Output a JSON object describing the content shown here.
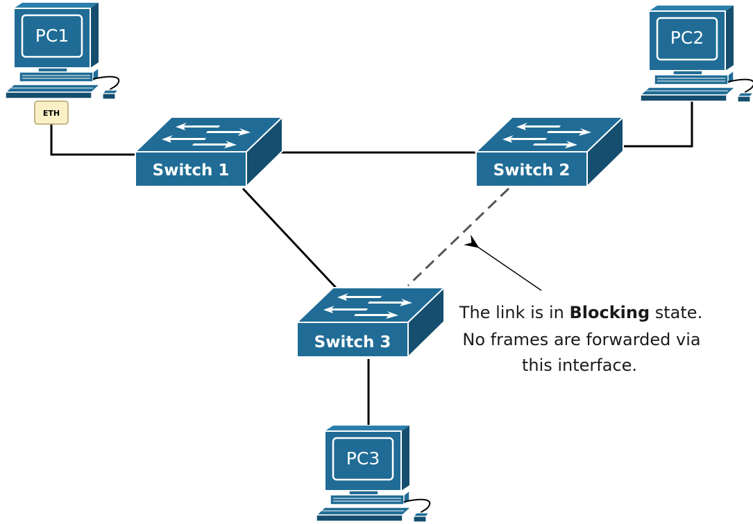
{
  "colors": {
    "device_fill": "#206c96",
    "device_dark": "#154e6e",
    "device_top": "#2b7fab",
    "link": "#000000",
    "blocked_link": "#555555",
    "eth_fill": "#fbefc6",
    "eth_stroke": "#b2a06a"
  },
  "pcs": {
    "pc1": "PC1",
    "pc2": "PC2",
    "pc3": "PC3"
  },
  "switches": {
    "sw1": "Switch 1",
    "sw2": "Switch 2",
    "sw3": "Switch 3"
  },
  "eth_label": "ETH",
  "annotation": {
    "line1_prefix": "The link is in ",
    "line1_bold": "Blocking",
    "line1_suffix": " state.",
    "line2": "No frames are forwarded via",
    "line3": "this interface."
  },
  "links": [
    {
      "from": "PC1",
      "to": "Switch 1",
      "state": "forwarding"
    },
    {
      "from": "Switch 1",
      "to": "Switch 2",
      "state": "forwarding"
    },
    {
      "from": "Switch 2",
      "to": "PC2",
      "state": "forwarding"
    },
    {
      "from": "Switch 1",
      "to": "Switch 3",
      "state": "forwarding"
    },
    {
      "from": "Switch 3",
      "to": "PC3",
      "state": "forwarding"
    },
    {
      "from": "Switch 2",
      "to": "Switch 3",
      "state": "blocking"
    }
  ]
}
